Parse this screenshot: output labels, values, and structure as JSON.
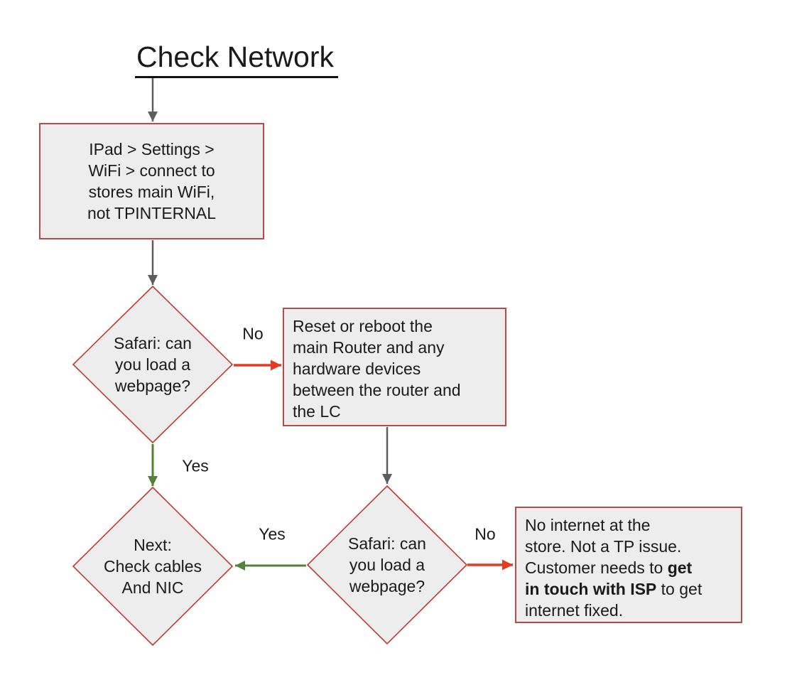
{
  "title": "Check Network",
  "colors": {
    "node_fill": "#eeedee",
    "box_border": "#b94a46",
    "diamond_border": "#c23b33",
    "arrow_gray": "#5d5d5d",
    "arrow_red": "#e63a21",
    "arrow_green": "#538135",
    "text": "#1a1a1a"
  },
  "nodes": {
    "setup_box": {
      "lines": [
        "IPad > Settings >",
        "WiFi > connect to",
        "stores main WiFi,",
        "not TPINTERNAL"
      ]
    },
    "safari_check_1": {
      "lines": [
        "Safari: can",
        "you load a",
        "webpage?"
      ]
    },
    "reset_router_box": {
      "lines": [
        "Reset or reboot the",
        "main Router and any",
        "hardware devices",
        "between the router and",
        "the LC"
      ]
    },
    "next_check": {
      "lines": [
        "Next:",
        "Check cables",
        "And NIC"
      ]
    },
    "safari_check_2": {
      "lines": [
        "Safari: can",
        "you load a",
        "webpage?"
      ]
    },
    "no_internet_box": {
      "line1": "No internet at the",
      "line2": "store. Not a TP issue.",
      "line3_normal": "Customer needs to ",
      "line3_bold": "get",
      "line4_bold": "in touch with ISP",
      "line4_normal": " to get",
      "line5": "internet fixed."
    }
  },
  "edge_labels": {
    "no_1": "No",
    "yes_1": "Yes",
    "yes_2": "Yes",
    "no_2": "No"
  }
}
